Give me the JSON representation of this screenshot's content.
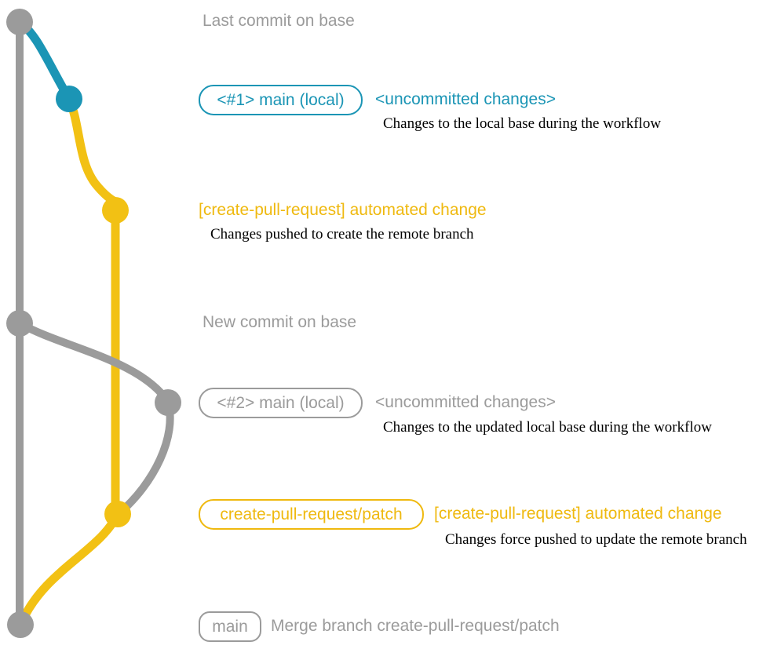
{
  "colors": {
    "gray": "#9b9b9b",
    "teal": "#1b95b5",
    "yellow": "#f2c114",
    "yellowText": "#efb90f",
    "ink": "#000000"
  },
  "graph": {
    "branches": [
      {
        "name": "base",
        "color": "#9b9b9b"
      },
      {
        "name": "local main",
        "color": "#1b95b5"
      },
      {
        "name": "create-pull-request/patch",
        "color": "#f2c114"
      }
    ],
    "commit_count": 7
  },
  "annotations": {
    "last_commit_on_base": "Last commit on base",
    "main_local_1": {
      "badge": "<#1> main (local)",
      "status": "<uncommitted changes>",
      "desc": "Changes to the local base during the workflow"
    },
    "automated_change_1": {
      "label": "[create-pull-request] automated change",
      "desc": "Changes pushed to create the remote branch"
    },
    "new_commit_on_base": "New commit on base",
    "main_local_2": {
      "badge": "<#2> main (local)",
      "status": "<uncommitted changes>",
      "desc": "Changes to the updated local base during the workflow"
    },
    "patch_branch": {
      "badge": "create-pull-request/patch",
      "label": "[create-pull-request] automated change",
      "desc": "Changes force pushed to update the remote branch"
    },
    "merge": {
      "badge": "main",
      "message": "Merge branch create-pull-request/patch"
    }
  }
}
